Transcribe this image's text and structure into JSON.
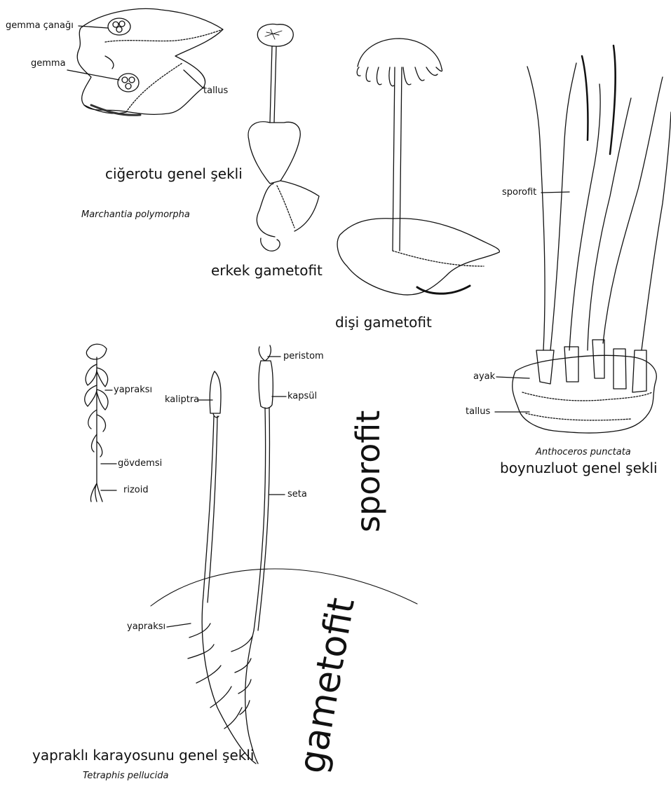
{
  "labels": {
    "gemma_canagi": "gemma çanağı",
    "gemma": "gemma",
    "tallus_liverwort": "tallus",
    "sporofit_hornwort": "sporofit",
    "ayak": "ayak",
    "tallus_hornwort": "tallus",
    "yapraksi_top": "yapraksı",
    "kaliptra": "kaliptra",
    "peristom": "peristom",
    "kapsul": "kapsül",
    "govdemsi": "gövdemsi",
    "rizoid": "rizoid",
    "seta": "seta",
    "yapraksi_bottom": "yapraksı"
  },
  "captions": {
    "cigerotu": "ciğerotu genel şekli",
    "erkek": "erkek gametofit",
    "disi": "dişi gametofit",
    "boynuzluot": "boynuzluot genel şekli",
    "yaprakli": "yapraklı karayosunu genel şekli"
  },
  "species": {
    "marchantia": "Marchantia polymorpha",
    "anthoceros": "Anthoceros punctata",
    "tetraphis": "Tetraphis pellucida"
  },
  "generation_labels": {
    "sporofit": "sporofit",
    "gametofit": "gametofit"
  }
}
